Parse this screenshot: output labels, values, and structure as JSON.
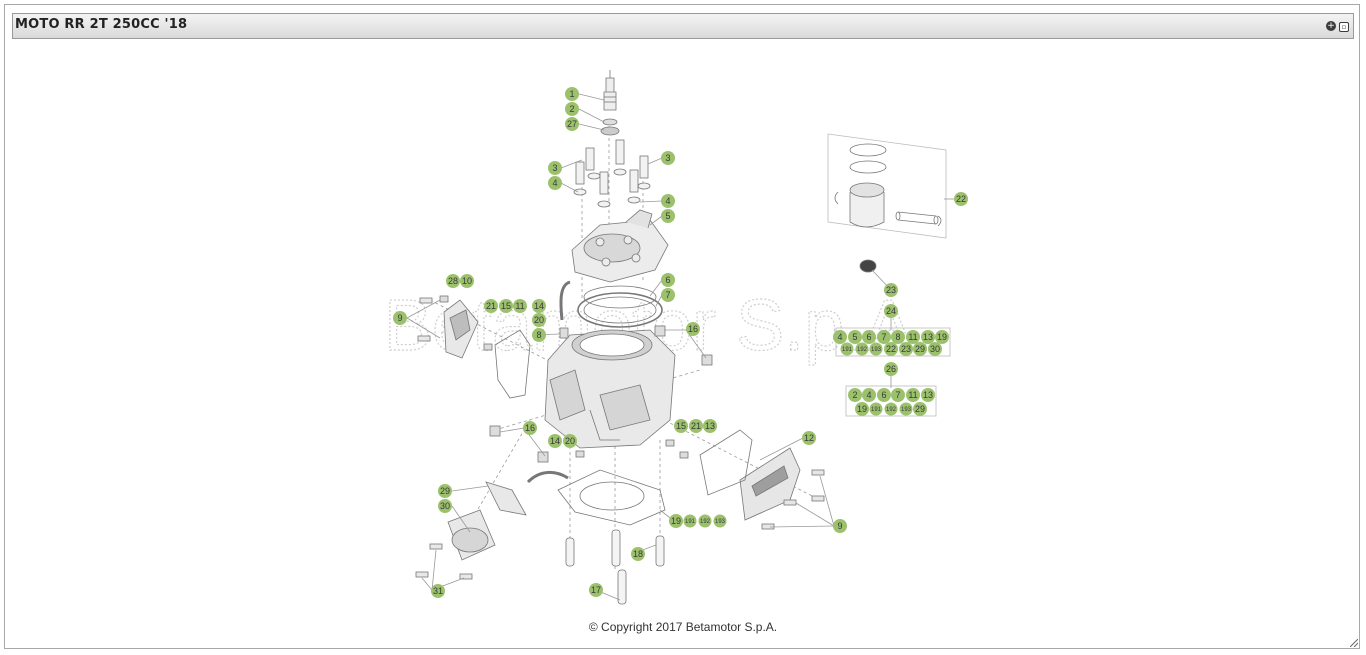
{
  "window": {
    "title": "MOTO RR 2T 250CC '18",
    "icons": [
      "plus-circle-icon",
      "minimize-window-icon"
    ]
  },
  "watermark": "Betamotor S.p.A.",
  "copyright": "© Copyright 2017 Betamotor S.p.A.",
  "callouts": [
    {
      "label": "1"
    },
    {
      "label": "2"
    },
    {
      "label": "27"
    },
    {
      "label": "3"
    },
    {
      "label": "3"
    },
    {
      "label": "4"
    },
    {
      "label": "4"
    },
    {
      "label": "5"
    },
    {
      "label": "28"
    },
    {
      "label": "10"
    },
    {
      "label": "21"
    },
    {
      "label": "15"
    },
    {
      "label": "11"
    },
    {
      "label": "14"
    },
    {
      "label": "20"
    },
    {
      "label": "8"
    },
    {
      "label": "9"
    },
    {
      "label": "6"
    },
    {
      "label": "7"
    },
    {
      "label": "16"
    },
    {
      "label": "16"
    },
    {
      "label": "14"
    },
    {
      "label": "20"
    },
    {
      "label": "15"
    },
    {
      "label": "21"
    },
    {
      "label": "13"
    },
    {
      "label": "12"
    },
    {
      "label": "29"
    },
    {
      "label": "30"
    },
    {
      "label": "19"
    },
    {
      "label": "191"
    },
    {
      "label": "192"
    },
    {
      "label": "193"
    },
    {
      "label": "18"
    },
    {
      "label": "17"
    },
    {
      "label": "31"
    },
    {
      "label": "9"
    },
    {
      "label": "22"
    },
    {
      "label": "23"
    },
    {
      "label": "24"
    },
    {
      "label": "4"
    },
    {
      "label": "5"
    },
    {
      "label": "6"
    },
    {
      "label": "7"
    },
    {
      "label": "8"
    },
    {
      "label": "11"
    },
    {
      "label": "13"
    },
    {
      "label": "19"
    },
    {
      "label": "191"
    },
    {
      "label": "192"
    },
    {
      "label": "193"
    },
    {
      "label": "22"
    },
    {
      "label": "23"
    },
    {
      "label": "29"
    },
    {
      "label": "30"
    },
    {
      "label": "26"
    },
    {
      "label": "2"
    },
    {
      "label": "4"
    },
    {
      "label": "6"
    },
    {
      "label": "7"
    },
    {
      "label": "11"
    },
    {
      "label": "13"
    },
    {
      "label": "19"
    },
    {
      "label": "191"
    },
    {
      "label": "192"
    },
    {
      "label": "193"
    },
    {
      "label": "29"
    }
  ]
}
